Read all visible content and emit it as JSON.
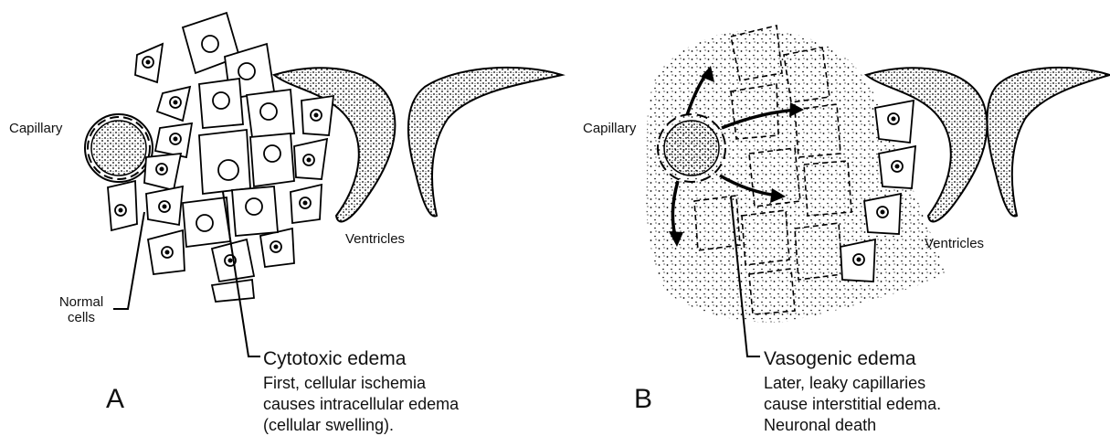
{
  "panel_a": {
    "letter": "A",
    "capillary_label": "Capillary",
    "normal_cells_label": "Normal cells",
    "ventricles_label": "Ventricles",
    "edema_title": "Cytotoxic edema",
    "edema_description": [
      "First, cellular ischemia",
      "causes intracellular edema",
      "(cellular swelling)."
    ]
  },
  "panel_b": {
    "letter": "B",
    "capillary_label": "Capillary",
    "ventricles_label": "Ventricles",
    "edema_title": "Vasogenic edema",
    "edema_description": [
      "Later, leaky capillaries",
      "cause interstitial edema.",
      "Neuronal death"
    ]
  }
}
